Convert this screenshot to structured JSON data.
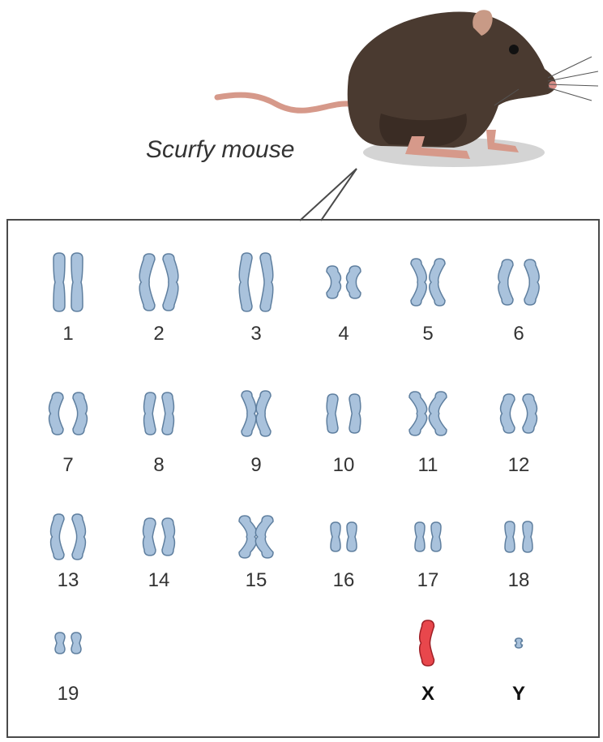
{
  "figure": {
    "title": "Scurfy mouse",
    "chromosome_color": "#a9c2dc",
    "chromosome_outline": "#5f7f9f",
    "highlight_color": "#e8474c",
    "highlight_outline": "#9e1f26"
  },
  "karyotype": {
    "chromosomes": [
      {
        "label": "1",
        "highlight": false
      },
      {
        "label": "2",
        "highlight": false
      },
      {
        "label": "3",
        "highlight": false
      },
      {
        "label": "4",
        "highlight": false
      },
      {
        "label": "5",
        "highlight": false
      },
      {
        "label": "6",
        "highlight": false
      },
      {
        "label": "7",
        "highlight": false
      },
      {
        "label": "8",
        "highlight": false
      },
      {
        "label": "9",
        "highlight": false
      },
      {
        "label": "10",
        "highlight": false
      },
      {
        "label": "11",
        "highlight": false
      },
      {
        "label": "12",
        "highlight": false
      },
      {
        "label": "13",
        "highlight": false
      },
      {
        "label": "14",
        "highlight": false
      },
      {
        "label": "15",
        "highlight": false
      },
      {
        "label": "16",
        "highlight": false
      },
      {
        "label": "17",
        "highlight": false
      },
      {
        "label": "18",
        "highlight": false
      },
      {
        "label": "19",
        "highlight": false
      },
      {
        "label": "X",
        "highlight": true
      },
      {
        "label": "Y",
        "highlight": false
      }
    ]
  }
}
